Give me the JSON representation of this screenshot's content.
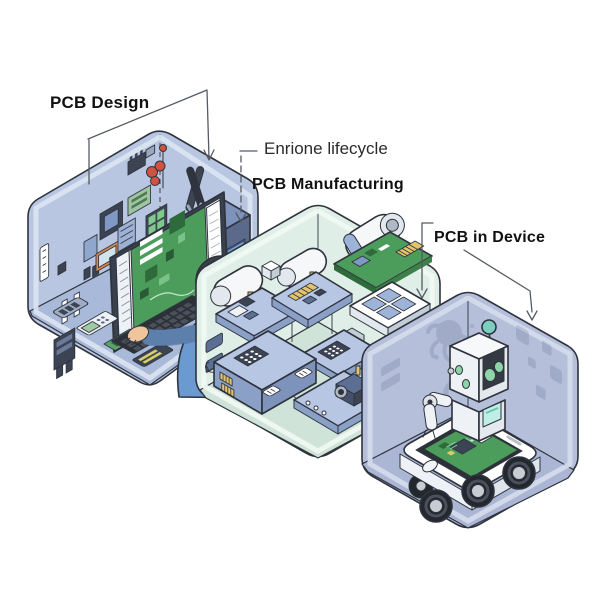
{
  "figure": {
    "lifecycle_label": "Enrione lifecycle",
    "stages": [
      {
        "id": "design",
        "label": "PCB Design"
      },
      {
        "id": "manufacturing",
        "label": "PCB Manufacturing"
      },
      {
        "id": "device",
        "label": "PCB in Device"
      }
    ]
  },
  "icons": [
    "designer-workstation",
    "monitor-with-pcb-layout",
    "keyboard",
    "pc-tower",
    "electronic-components",
    "pliers",
    "red-pin-tool",
    "roller-press-machine",
    "assembly-platform",
    "parts-tray",
    "inspection-camera",
    "robot",
    "smartphone-with-pcb",
    "rover-wheels"
  ],
  "colors": {
    "background": "#ffffff",
    "outline": "#2e333d",
    "annotation-line": "#565b63",
    "label-text": "#111111",
    "lifecycle-text": "#2b2b2b",
    "design-box": {
      "wall": "#b9c6e1",
      "floor": "#a9b9d9",
      "rim": "#dde4f2"
    },
    "manufacturing-box": {
      "wall": "#dfeee6",
      "floor": "#cfe3d8",
      "rim": "#f0f8f3"
    },
    "device-box": {
      "wall": "#b5bfda",
      "floor": "#aab6d3",
      "rim": "#d3dbec"
    },
    "pcb-green": "#4c9c5c",
    "pcb-green-dark": "#2f6b3a",
    "platform-blue": "#b7c6e2",
    "platform-blue-side": "#8ba0c6",
    "machine-white": "#f5f7f9",
    "gold": "#e3c46a",
    "navy": "#3c4454",
    "skin": "#f0c49c",
    "hair": "#3a4048",
    "shirt-blue": "#6b9ad0",
    "robot-white": "#f0f3f6",
    "robot-teal": "#7ccfc0",
    "eye-green": "#8fd4a8",
    "wheel-black": "#23272e",
    "phone-white": "#ffffff",
    "red-tool": "#cf5340"
  }
}
